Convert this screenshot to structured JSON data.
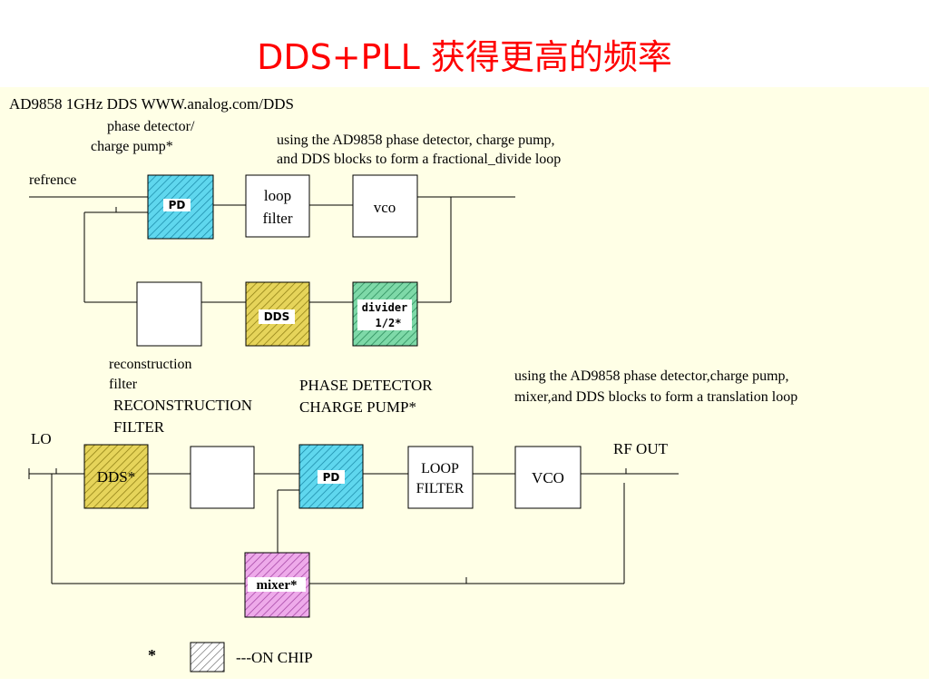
{
  "title": "DDS+PLL  获得更高的频率",
  "colors": {
    "title": "#ff0000",
    "panel": "#ffffe6",
    "cyan": "#5fd7ee",
    "yellow": "#e6d45a",
    "green": "#7ed9a8",
    "pink": "#eeaaea"
  },
  "top_diagram": {
    "header": "AD9858 1GHz DDS    WWW.analog.com/DDS",
    "pd_label_1": "phase detector/",
    "pd_label_2": "charge pump*",
    "caption_1": "using the AD9858 phase detector, charge pump,",
    "caption_2": "and DDS blocks to form a fractional_divide loop",
    "input_label": "refrence",
    "pd": "PD",
    "loop_filter_1": "loop",
    "loop_filter_2": "filter",
    "vco": "vco",
    "dds": "DDS",
    "divider_1": "divider",
    "divider_2": "1/2*",
    "recon_1": "reconstruction",
    "recon_2": "filter"
  },
  "bottom_diagram": {
    "recon_1": "RECONSTRUCTION",
    "recon_2": "FILTER",
    "pd_label_1": "PHASE DETECTOR",
    "pd_label_2": "CHARGE PUMP*",
    "caption_1": "using the AD9858 phase detector,charge pump,",
    "caption_2": "mixer,and DDS blocks to form a translation loop",
    "input_label": "LO",
    "output_label": "RF OUT",
    "dds": "DDS*",
    "pd": "PD",
    "loop_filter_1": "LOOP",
    "loop_filter_2": "FILTER",
    "vco": "VCO",
    "mixer": "mixer*"
  },
  "legend": {
    "star": "*",
    "text": "---ON CHIP"
  }
}
